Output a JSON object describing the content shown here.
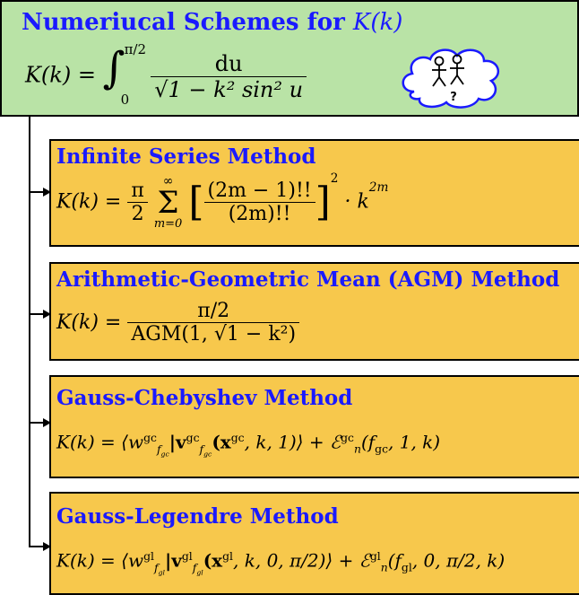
{
  "header": {
    "title": "Numeriucal Schemes for",
    "title_symbol": "K(k)",
    "equation_lhs": "K(k) =",
    "integral": "∫",
    "upper_limit": "π/2",
    "lower_limit": "0",
    "numerator": "du",
    "denominator": "√1 − k² sin² u",
    "cloud_mark": "?"
  },
  "methods": [
    {
      "title": "Infinite Series Method",
      "lhs": "K(k) =",
      "factor_num": "π",
      "factor_den": "2",
      "sum_symbol": "Σ",
      "sum_top": "∞",
      "sum_bottom": "m=0",
      "inner_num": "(2m − 1)!!",
      "inner_den": "(2m)!!",
      "power": "2",
      "tail": "· k",
      "tail_exp": "2m"
    },
    {
      "title": "Arithmetic-Geometric Mean (AGM) Method",
      "lhs": "K(k) =",
      "num": "π/2",
      "den": "AGM(1, √1 − k²)"
    },
    {
      "title": "Gauss-Chebyshev Method",
      "equation": "K(k) = ⟨w",
      "eq_sup1": "gc",
      "eq_sub1": "f",
      "eq_subsub1": "gc",
      "eq_part2": "|v",
      "eq_part3": "(x",
      "eq_part4": ", k, 1)⟩ + ℰ",
      "eq_sub_n": "n",
      "eq_part5": "(f",
      "eq_part6": ", 1, k)"
    },
    {
      "title": "Gauss-Legendre Method",
      "equation": "K(k) = ⟨w",
      "eq_sup1": "gl",
      "eq_sub1": "f",
      "eq_subsub1": "gl",
      "eq_part2": "|v",
      "eq_part3": "(x",
      "eq_part4": ", k, 0, π/2)⟩ + ℰ",
      "eq_sub_n": "n",
      "eq_part5": "(f",
      "eq_part6": ", 0, π/2, k)"
    }
  ],
  "colors": {
    "header_bg": "#b9e3a6",
    "method_bg": "#f7c84c",
    "title_blue": "#1a1aff"
  }
}
